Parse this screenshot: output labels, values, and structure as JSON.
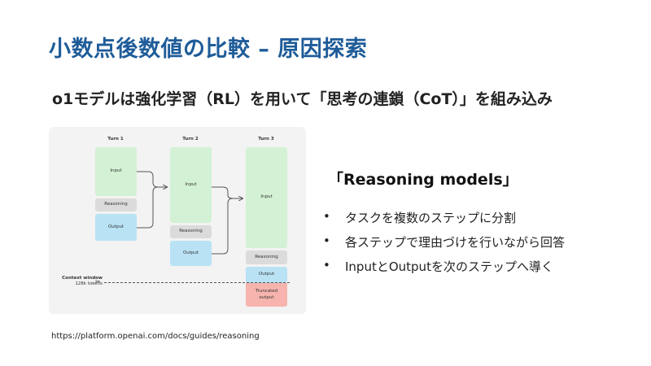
{
  "slide": {
    "title": "小数点後数値の比較 – 原因探索",
    "subtitle": "o1モデルは強化学習（RL）を用いて「思考の連鎖（CoT）」を組み込み",
    "url": "https://platform.openai.com/docs/guides/reasoning"
  },
  "diagram": {
    "turns": [
      "Turn 1",
      "Turn 2",
      "Turn 3"
    ],
    "input_label": "Input",
    "reasoning_label": "Reasoning",
    "output_label": "Output",
    "truncated_label": "Truncated output",
    "context_window_label": "Context window",
    "context_window_tokens": "128k tokens",
    "scissors_icon": "scissors-icon",
    "colors": {
      "input": "#d3f1d4",
      "reasoning": "#dbdbdb",
      "output": "#b9e2f5",
      "truncated": "#f7b4ae"
    }
  },
  "reasoning_section": {
    "title": "「Reasoning models」",
    "bullets": [
      "タスクを複数のステップに分割",
      "各ステップで理由づけを行いながら回答",
      "InputとOutputを次のステップへ導く"
    ]
  },
  "accent_color": "#1f5c99"
}
